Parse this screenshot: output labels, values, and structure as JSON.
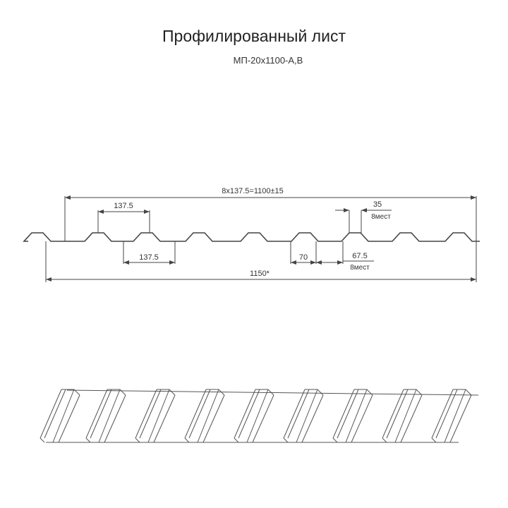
{
  "header": {
    "title": "Профилированный лист",
    "subtitle": "МП-20х1100-А,В"
  },
  "dimensions": {
    "overall_pitch": "8х137.5=1100±15",
    "pitch_top": "137.5",
    "pitch_bottom": "137.5",
    "rib_top": "35",
    "rib_top_count": "8мест",
    "valley": "70",
    "rib_bottom": "67.5",
    "rib_bottom_count": "8мест",
    "total_width": "1150*"
  },
  "colors": {
    "line": "#444444",
    "background": "#ffffff"
  }
}
